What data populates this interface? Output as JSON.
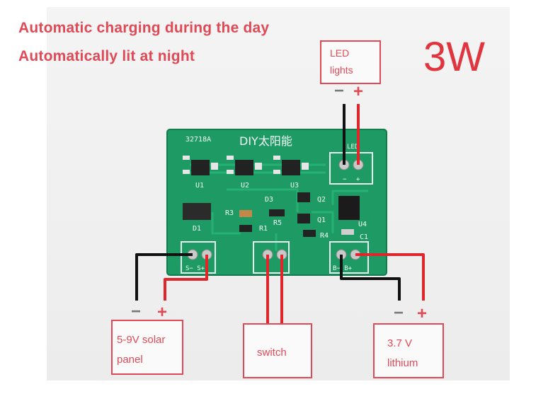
{
  "headlines": {
    "line1": "Automatic charging during the day",
    "line2": "Automatically lit at night"
  },
  "power_label": "3W",
  "boxes": {
    "led": {
      "line1": "LED",
      "line2": "lights"
    },
    "solar": {
      "line1": "5-9V solar",
      "line2": "panel"
    },
    "switch": {
      "line1": "switch"
    },
    "battery": {
      "line1": "3.7 V",
      "line2": "lithium"
    }
  },
  "polarity": {
    "minus": "−",
    "plus": "+"
  },
  "pcb": {
    "model": "32718A",
    "brand": "DIY太阳能",
    "led_header": "LED",
    "led_pins": [
      "−",
      "+"
    ],
    "components": [
      "U1",
      "U2",
      "U3",
      "D3",
      "Q2",
      "R3",
      "R5",
      "Q1",
      "D1",
      "R1",
      "R4",
      "U4",
      "C1"
    ],
    "terminals": {
      "solar": "S−  S+",
      "switch": "",
      "battery": "B−  B+"
    }
  },
  "colors": {
    "accent": "#e04a57",
    "pcb_green": "#1e9a64",
    "wire_red": "#e1262b",
    "wire_black": "#111111"
  }
}
